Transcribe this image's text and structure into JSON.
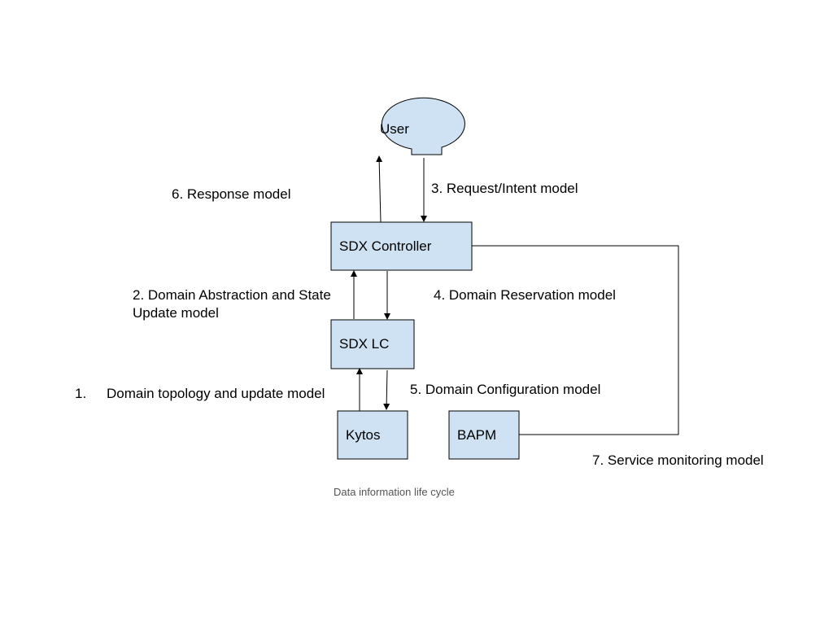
{
  "colors": {
    "node_fill": "#cfe2f3",
    "stroke": "#000000",
    "caption": "#555555"
  },
  "nodes": {
    "user": "User",
    "sdx_controller": "SDX Controller",
    "sdx_lc": "SDX LC",
    "kytos": "Kytos",
    "bapm": "BAPM"
  },
  "edges": {
    "response": "6. Response model",
    "request": "3. Request/Intent model",
    "domain_abstraction_line1": "2. Domain Abstraction and State",
    "domain_abstraction_line2": "Update model",
    "domain_reservation": "4. Domain Reservation model",
    "topology_number": "1.",
    "topology_text": "Domain topology and update model",
    "domain_configuration": "5. Domain Configuration model",
    "service_monitoring": "7. Service monitoring model"
  },
  "caption": "Data information life cycle"
}
